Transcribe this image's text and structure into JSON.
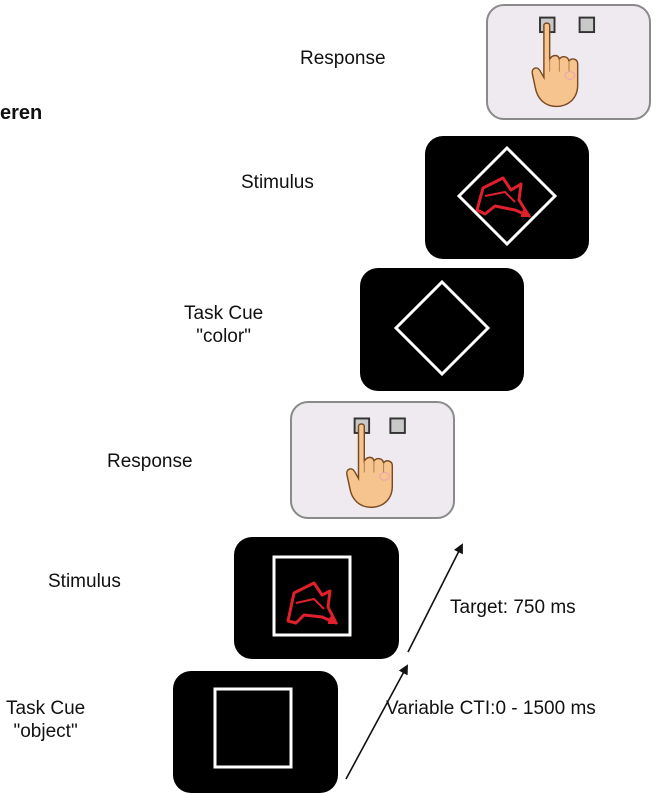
{
  "heading": "eren",
  "steps": [
    {
      "label": "Response",
      "kind": "response"
    },
    {
      "label": "Stimulus",
      "kind": "stimulus-diamond"
    },
    {
      "label_lines": [
        "Task Cue",
        "\"color\""
      ],
      "kind": "cue-diamond"
    },
    {
      "label": "Response",
      "kind": "response"
    },
    {
      "label": "Stimulus",
      "kind": "stimulus-square"
    },
    {
      "label_lines": [
        "Task Cue",
        "\"object\""
      ],
      "kind": "cue-square"
    }
  ],
  "timing": {
    "target": "Target: 750 ms",
    "cti": "Variable CTI:0 - 1500 ms"
  },
  "colors": {
    "screen": "#000000",
    "frame": "#ffffff",
    "stimulus_red": "#e0202a",
    "response_bg": "#efeaf0",
    "hand": "#f6c48e"
  },
  "icons": [
    "hand-pointer-icon",
    "button-icon",
    "diamond-frame-icon",
    "square-frame-icon",
    "arrow-up-right-icon"
  ]
}
